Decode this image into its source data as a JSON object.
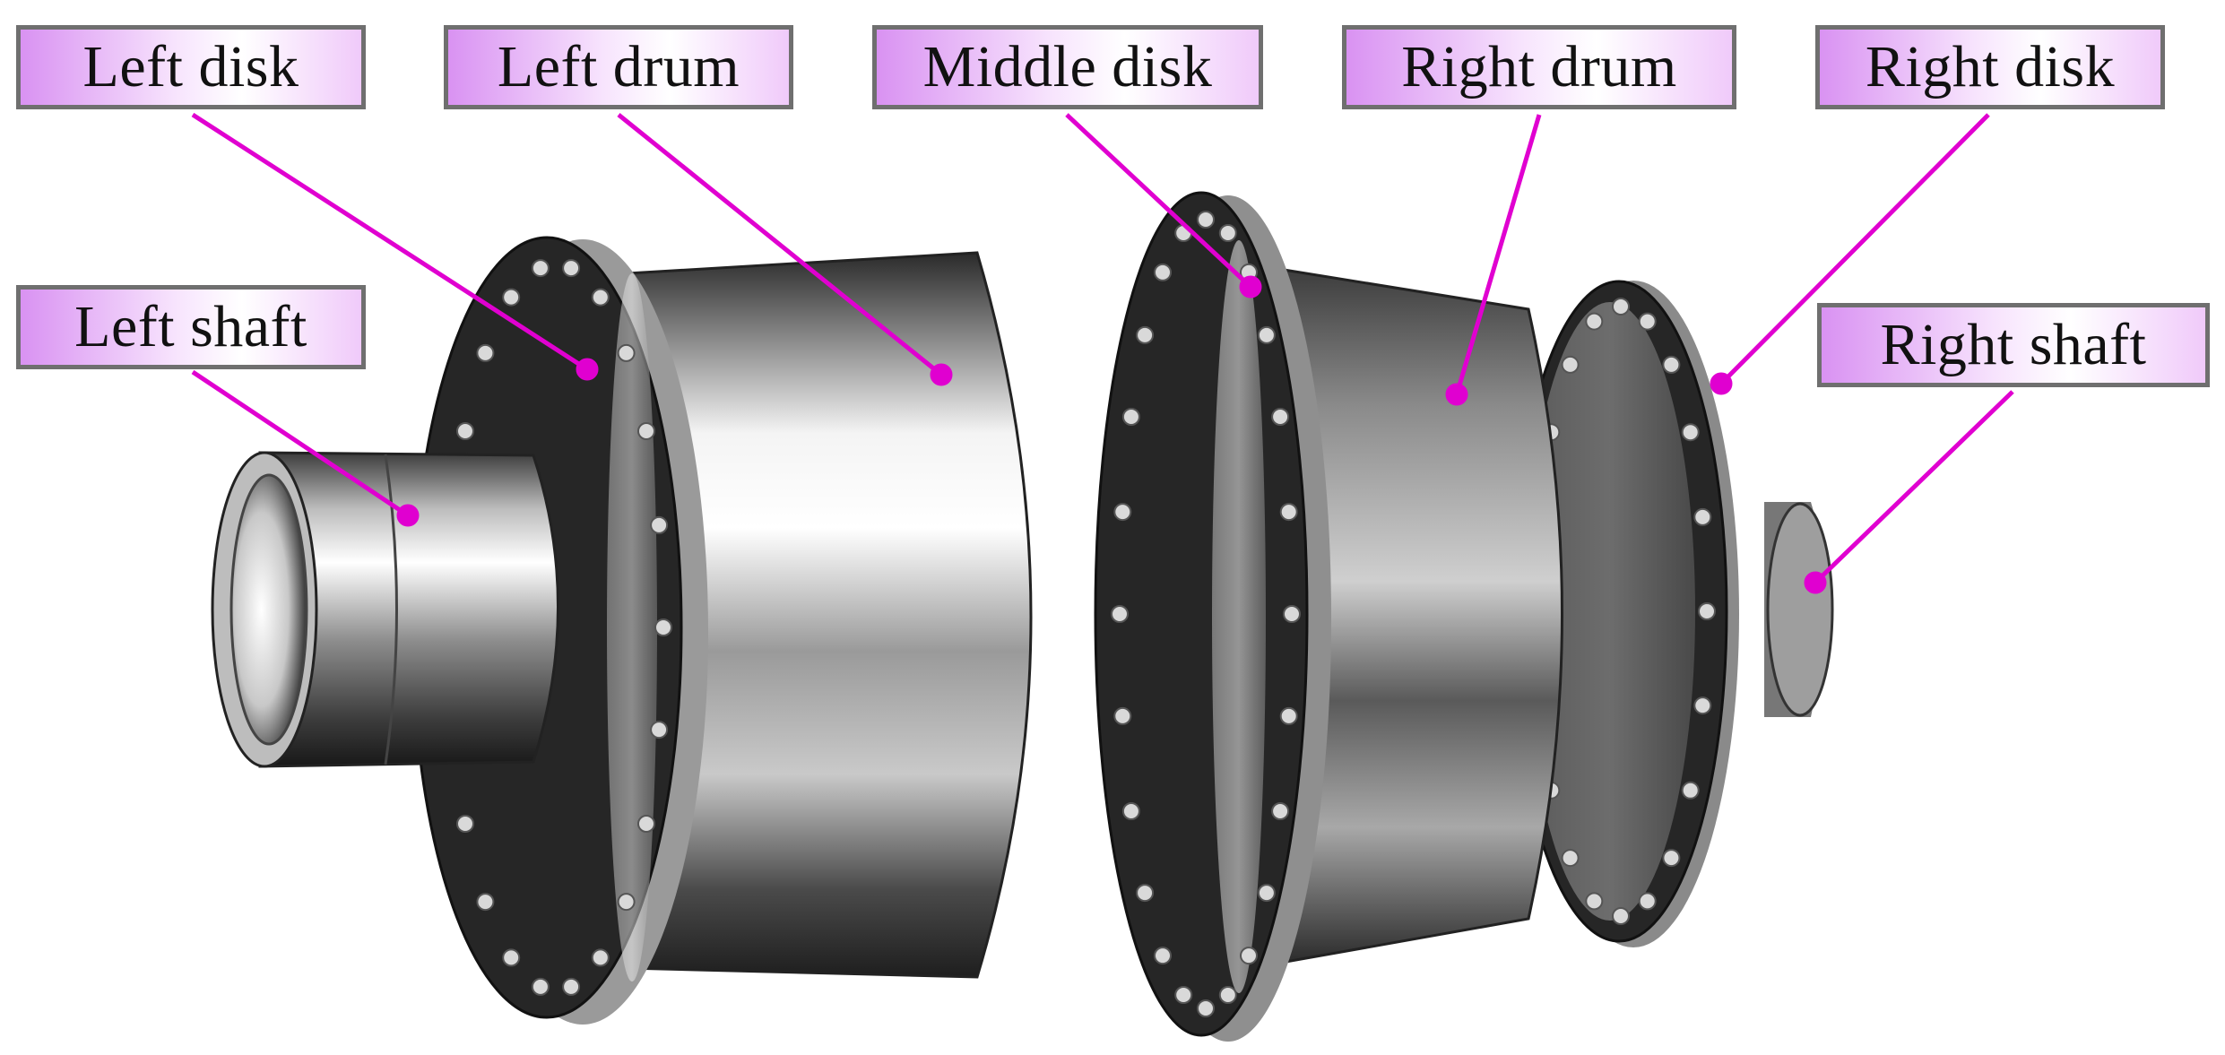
{
  "labels": {
    "left_disk": "Left disk",
    "left_drum": "Left drum",
    "middle_disk": "Middle disk",
    "right_drum": "Right drum",
    "right_disk": "Right disk",
    "left_shaft": "Left shaft",
    "right_shaft": "Right shaft"
  },
  "colors": {
    "leader": "#e000d0",
    "label_fill": "#e8b5f7",
    "label_border": "#6f6f6f",
    "disk": "#262626",
    "bolt": "#d9d9d9"
  }
}
